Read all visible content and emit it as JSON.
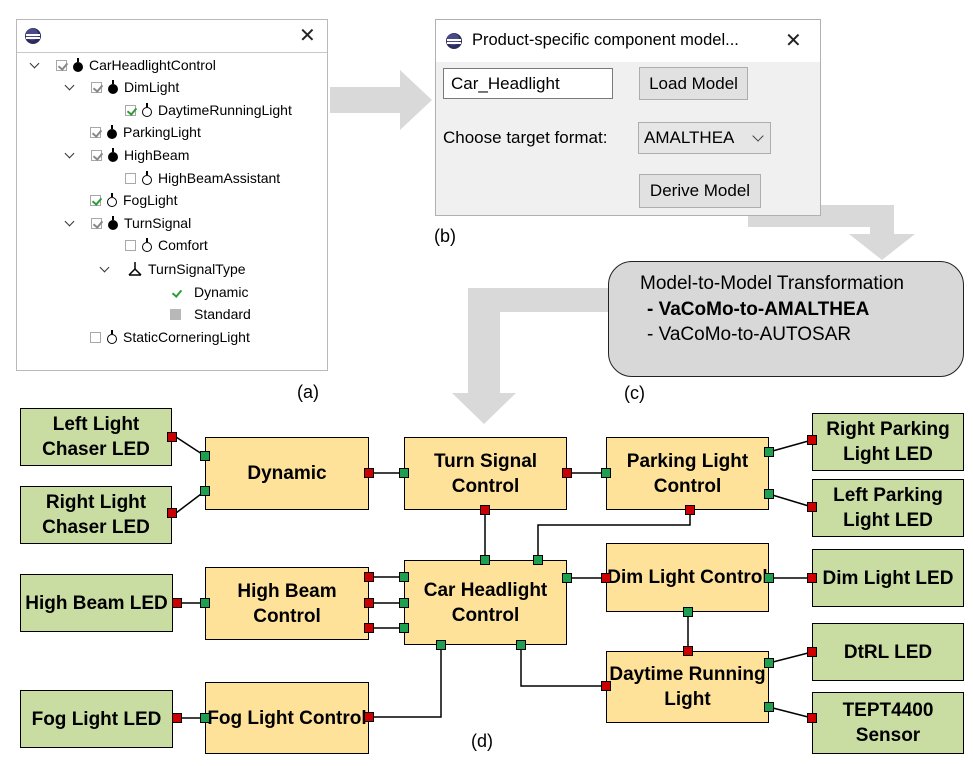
{
  "panel_a": {
    "caption": "(a)",
    "tree": [
      {
        "label": "CarHeadlightControl"
      },
      {
        "label": "DimLight"
      },
      {
        "label": "DaytimeRunningLight"
      },
      {
        "label": "ParkingLight"
      },
      {
        "label": "HighBeam"
      },
      {
        "label": "HighBeamAssistant"
      },
      {
        "label": "FogLight"
      },
      {
        "label": "TurnSignal"
      },
      {
        "label": "Comfort"
      },
      {
        "label": "TurnSignalType"
      },
      {
        "label": "Dynamic"
      },
      {
        "label": "Standard"
      },
      {
        "label": "StaticCorneringLight"
      }
    ]
  },
  "panel_b": {
    "caption": "(b)",
    "title": "Product-specific component model...",
    "model_name_value": "Car_Headlight",
    "load_label": "Load Model",
    "target_label": "Choose target format:",
    "target_value": "AMALTHEA",
    "derive_label": "Derive Model"
  },
  "panel_c": {
    "caption": "(c)",
    "title": "Model-to-Model Transformation",
    "items": [
      "- VaCoMo-to-AMALTHEA",
      "- VaCoMo-to-AUTOSAR"
    ]
  },
  "panel_d": {
    "caption": "(d)",
    "external": {
      "left_chaser": "Left Light Chaser LED",
      "right_chaser": "Right Light Chaser LED",
      "high_beam_led": "High Beam LED",
      "fog_light_led": "Fog Light LED",
      "right_parking": "Right Parking Light LED",
      "left_parking": "Left Parking Light LED",
      "dim_light_led": "Dim Light LED",
      "dtrl_led": "DtRL LED",
      "tept_sensor": "TEPT4400 Sensor"
    },
    "components": {
      "dynamic": "Dynamic",
      "turn_signal": "Turn Signal Control",
      "parking_light": "Parking Light Control",
      "high_beam": "High Beam Control",
      "car_headlight": "Car Headlight Control",
      "dim_light": "Dim Light Control",
      "daytime": "Daytime Running Light",
      "fog_light": "Fog Light Control"
    },
    "colors": {
      "component": "#ffe29a",
      "external": "#c9dda2",
      "out_port": "#cc0000",
      "in_port": "#1fa050",
      "arrow": "#d9d9d9"
    }
  }
}
